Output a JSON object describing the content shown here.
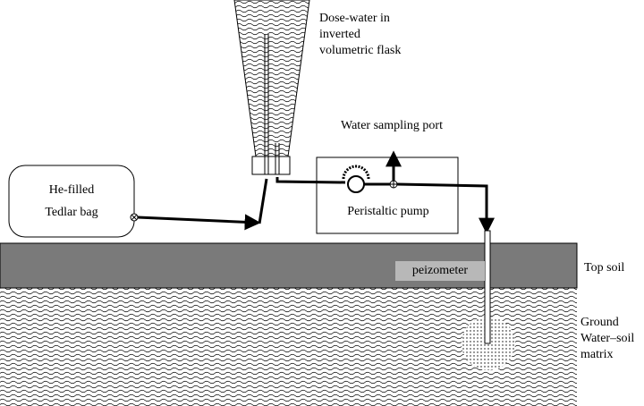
{
  "labels": {
    "flask_line1": "Dose-water in",
    "flask_line2": "inverted",
    "flask_line3": "volumetric flask",
    "sampling_port": "Water sampling port",
    "bag_line1": "He-filled",
    "bag_line2": "Tedlar bag",
    "pump": "Peristaltic pump",
    "piezometer": "peizometer",
    "top_soil": "Top soil",
    "ground_line1": "Ground",
    "ground_line2": "Water–soil",
    "ground_line3": "matrix"
  },
  "colors": {
    "top_soil": "#7a7a7a",
    "piezometer_label_bg": "#b8b8b8",
    "tubing": "#000000",
    "wave_pattern": "#000000"
  }
}
